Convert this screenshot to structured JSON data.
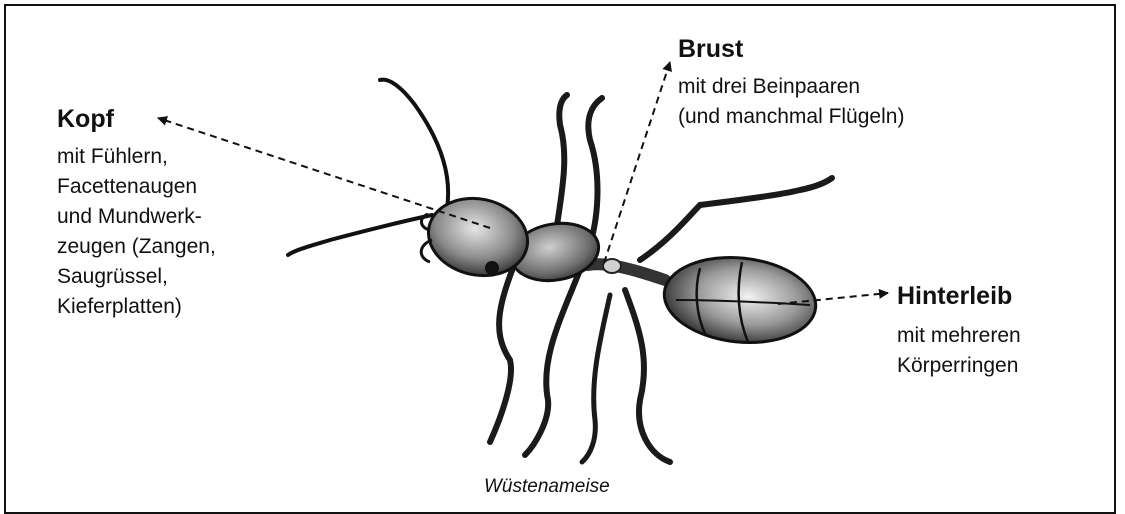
{
  "labels": {
    "head": {
      "title": "Kopf",
      "desc": "mit Fühlern,\nFacettenaugen\nund Mundwerk-\nzeugen (Zangen,\nSaugrüssel,\nKieferplatten)"
    },
    "thorax": {
      "title": "Brust",
      "desc": "mit drei Beinpaaren\n(und manchmal Flügeln)"
    },
    "abdomen": {
      "title": "Hinterleib",
      "desc": "mit mehreren\nKörperringen"
    }
  },
  "caption": "Wüstenameise",
  "colors": {
    "ink": "#111111",
    "body_shade": "#7a7a7a",
    "highlight": "#d6d6d6"
  },
  "icons": {
    "pointer": "dashed-arrow",
    "illustration": "ant-drawing"
  }
}
